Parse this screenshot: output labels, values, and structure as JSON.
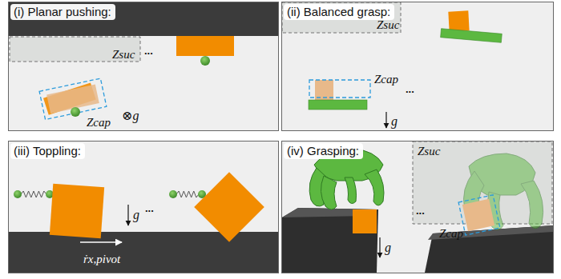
{
  "diagram": {
    "nodes": [
      {
        "text": [
          "(i) Planar pushing:"
        ]
      },
      {
        "text": [
          "(ii) Balanced grasp:"
        ]
      },
      {
        "text": [
          "(iii) Toppling:"
        ]
      },
      {
        "text": [
          "(iv) Grasping:"
        ]
      }
    ],
    "labels": [
      "Zsuc",
      "...",
      "Zcap",
      "⊗g",
      "Zsuc",
      "...",
      "Zcap",
      "g",
      "...",
      "g",
      "ṙx,pivot",
      "Zsuc",
      "...",
      "Zcap",
      "g"
    ]
  }
}
